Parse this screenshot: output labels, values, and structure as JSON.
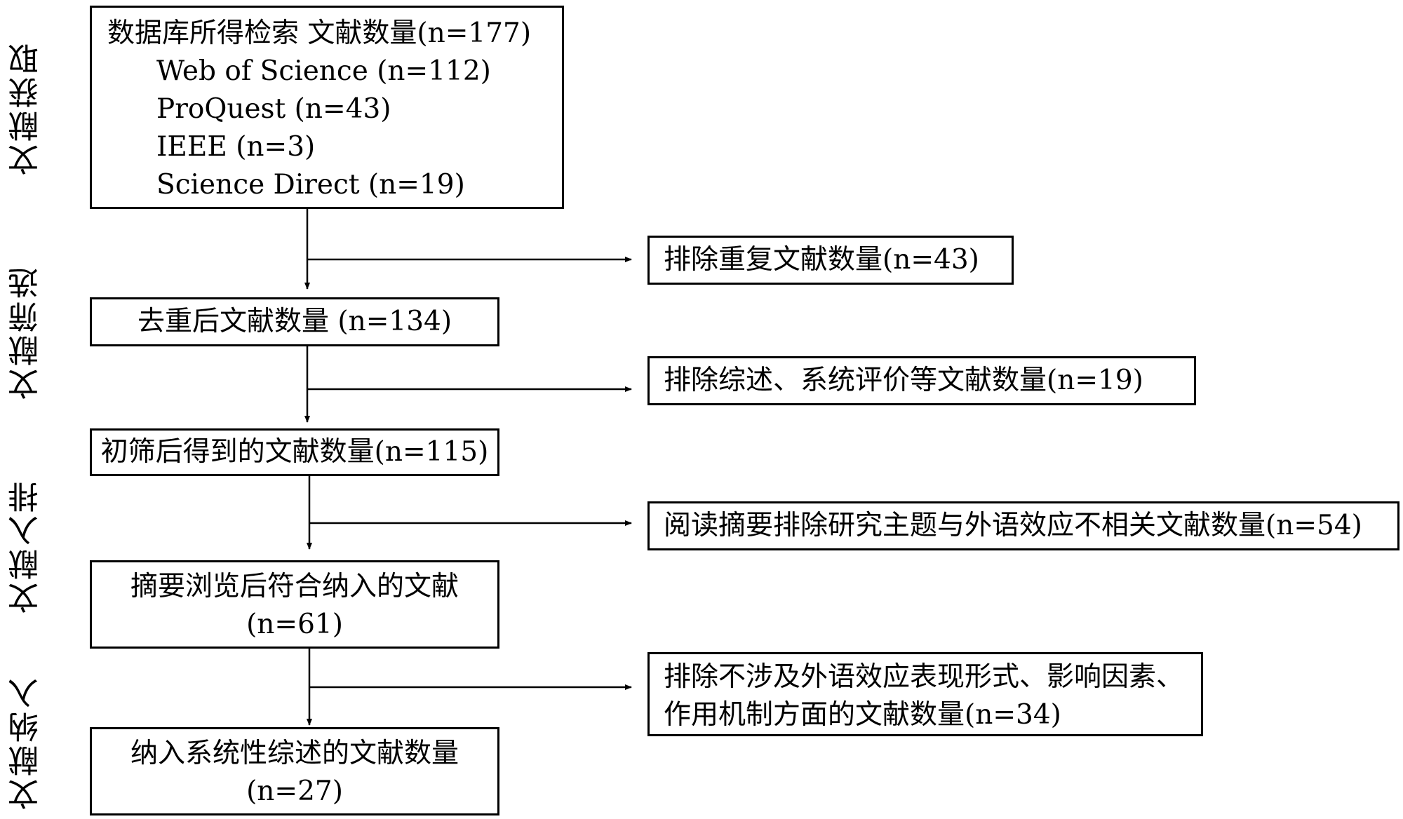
{
  "stages": [
    "文献获取",
    "文献筛选",
    "文献入排",
    "文献纳入"
  ],
  "main_boxes": {
    "retrieval": {
      "title": "数据库所得检索 文献数量(n=177)",
      "sources": [
        "Web of Science (n=112)",
        "ProQuest (n=43)",
        "IEEE (n=3)",
        "Science Direct (n=19)"
      ]
    },
    "dedup": "去重后文献数量 (n=134)",
    "initial_screen": "初筛后得到的文献数量(n=115)",
    "abstract_screen": {
      "line1": "摘要浏览后符合纳入的文献",
      "line2": "(n=61)"
    },
    "included": {
      "line1": "纳入系统性综述的文献数量",
      "line2": "(n=27)"
    }
  },
  "exclusions": {
    "duplicates": "排除重复文献数量(n=43)",
    "reviews": "排除综述、系统评价等文献数量(n=19)",
    "irrelevant": "阅读摘要排除研究主题与外语效应不相关文献数量(n=54)",
    "mechanism": {
      "line1": "排除不涉及外语效应表现形式、影响因素、",
      "line2": "作用机制方面的文献数量(n=34)"
    }
  }
}
